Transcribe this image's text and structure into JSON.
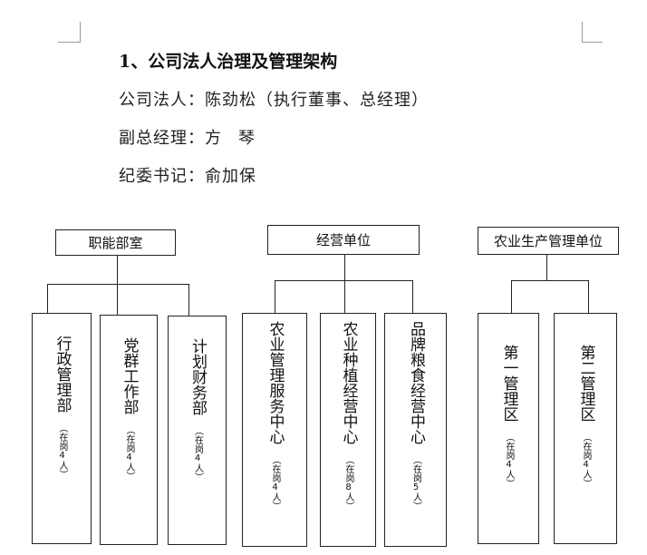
{
  "heading": "1、公司法人治理及管理架构",
  "people": [
    {
      "role": "公司法人：",
      "name": "陈劲松（执行董事、总经理）"
    },
    {
      "role": "副总经理：",
      "name_parts": [
        "方",
        "琴"
      ]
    },
    {
      "role": "纪委书记：",
      "name": "俞加保"
    }
  ],
  "groups": [
    {
      "title": "职能部室",
      "units": [
        {
          "name": "行政管理部",
          "staff": "（在岗4人）"
        },
        {
          "name": "党群工作部",
          "staff": "（在岗4人）"
        },
        {
          "name": "计划财务部",
          "staff": "（在岗4人）"
        }
      ]
    },
    {
      "title": "经营单位",
      "units": [
        {
          "name": "农业管理服务中心",
          "staff": "（在岗4人）"
        },
        {
          "name": "农业种植经营中心",
          "staff": "（在岗8人）"
        },
        {
          "name": "品牌粮食经营中心",
          "staff": "（在岗5人）"
        }
      ]
    },
    {
      "title": "农业生产管理单位",
      "units": [
        {
          "name": "第一管理区",
          "staff": "（在岗4人）"
        },
        {
          "name": "第二管理区",
          "staff": "（在岗4人）"
        }
      ]
    }
  ]
}
